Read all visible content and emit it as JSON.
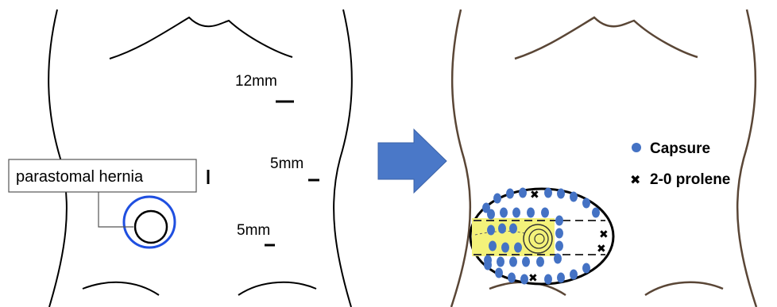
{
  "left_panel": {
    "callout_label": "parastomal hernia",
    "ports": [
      {
        "label": "12mm"
      },
      {
        "label": "5mm"
      },
      {
        "label": "5mm"
      }
    ]
  },
  "legend": {
    "items": [
      {
        "label": "Capsure",
        "marker": "dot",
        "color": "#4472c4"
      },
      {
        "label": "2-0 prolene",
        "marker": "cross",
        "color": "#000000"
      }
    ]
  },
  "colors": {
    "outline": "#000000",
    "right_outline": "#5a4636",
    "stoma_ring": "#1f4fe0",
    "arrow": "#4a78c8",
    "mesh_fill": "#f4f27a",
    "capsure_dot": "#4472c4"
  }
}
